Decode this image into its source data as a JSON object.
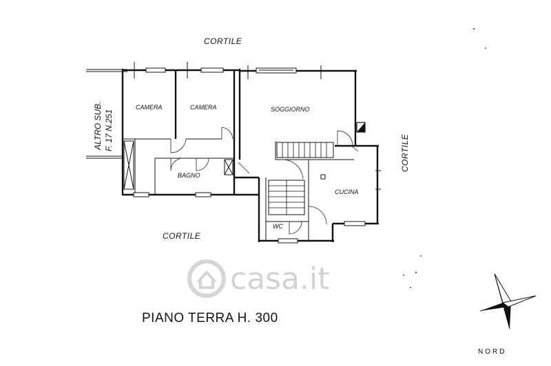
{
  "plan": {
    "title": "PIANO TERRA  H. 300",
    "rooms": {
      "camera_1": "CAMERA",
      "camera_2": "CAMERA",
      "soggiorno": "SOGGIORNO",
      "bagno": "BAGNO",
      "cucina": "CUCINA",
      "wc": "WC"
    },
    "courtyards": {
      "top": "CORTILE",
      "right": "CORTILE",
      "bottom": "CORTILE"
    },
    "neighbor_note": {
      "line1": "ALTRO SUB.",
      "line2": "F. 17 N.251"
    },
    "compass_label": "NORD",
    "watermark": "casa.it"
  },
  "colors": {
    "ink": "#111111",
    "paper": "#ffffff",
    "watermark": "#cfcfcf"
  }
}
